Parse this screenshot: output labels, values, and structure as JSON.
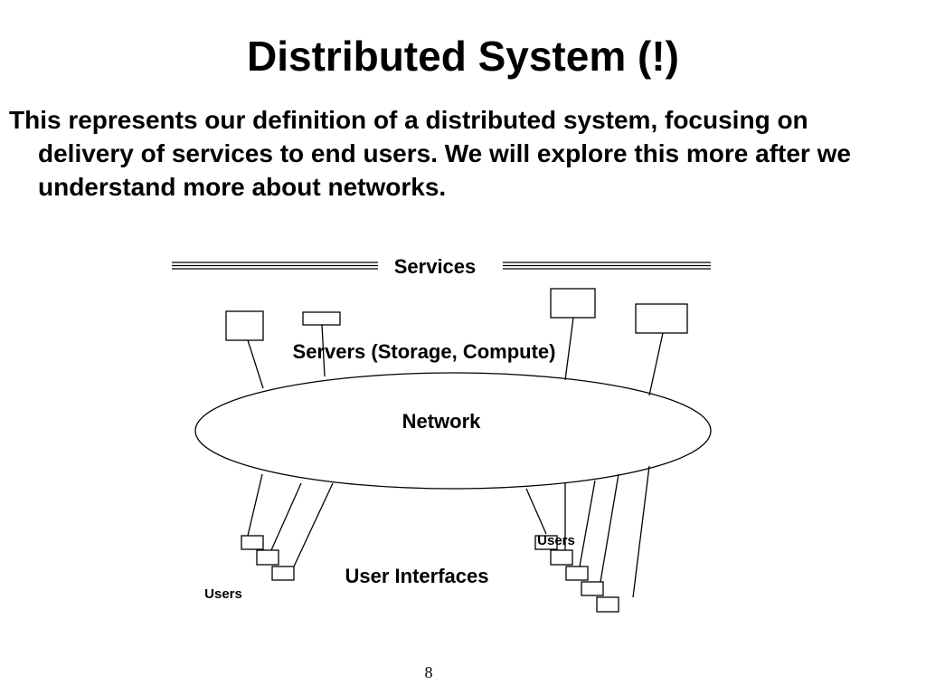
{
  "slide": {
    "title": "Distributed System (!)",
    "body": "This represents our definition of a distributed system, focusing on delivery of services to end users. We will explore this more after we understand more about networks.",
    "page_number": "8"
  },
  "diagram": {
    "services_label": "Services",
    "servers_label": "Servers (Storage, Compute)",
    "network_label": "Network",
    "user_interfaces_label": "User Interfaces",
    "users_left_label": "Users",
    "users_right_label": "Users",
    "server_count": 4,
    "left_user_count": 3,
    "right_user_count": 5,
    "stroke_color": "#000000",
    "fill_color": "#ffffff"
  }
}
